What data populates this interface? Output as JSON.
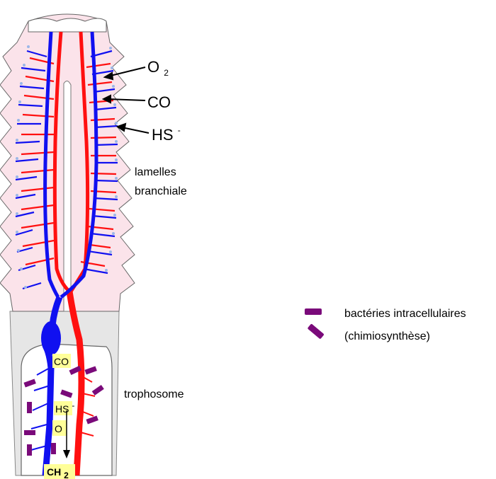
{
  "labels": {
    "o2": "O",
    "o2_sub": "2",
    "co": "CO",
    "hs": "HS",
    "hs_sup": "-",
    "lamelles_line1": "lamelles",
    "lamelles_line2": "branchiale",
    "legend_line1": "bactéries intracellulaires",
    "legend_line2": "(chimiosynthèse)",
    "trophosome": "trophosome",
    "inner_co": "CO",
    "inner_hs": "HS",
    "inner_hs_sup": "-",
    "inner_o": "O",
    "inner_ch": "CH",
    "inner_ch_sub": "2"
  },
  "colors": {
    "blood_red": "#ff1010",
    "blood_blue": "#1010f0",
    "gill_fill": "#fbe3ea",
    "tube_fill": "#e6e6e6",
    "bacteria": "#7a0a7a",
    "label_bg": "#ffff99"
  }
}
